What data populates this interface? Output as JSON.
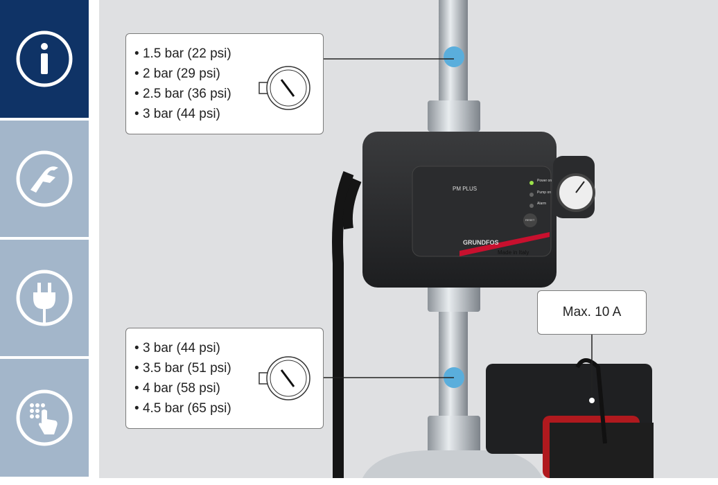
{
  "sidebar": {
    "items": [
      {
        "id": "info",
        "icon": "info-icon",
        "active": true
      },
      {
        "id": "installation",
        "icon": "hand-wrench-icon",
        "active": false
      },
      {
        "id": "electrical",
        "icon": "plug-icon",
        "active": false
      },
      {
        "id": "operation",
        "icon": "keypad-touch-icon",
        "active": false
      }
    ]
  },
  "callouts": {
    "upper": {
      "items": [
        "1.5 bar (22 psi)",
        "2 bar (29 psi)",
        "2.5 bar (36 psi)",
        "3 bar (44 psi)"
      ],
      "icon": "pressure-gauge-icon"
    },
    "lower": {
      "items": [
        "3 bar (44 psi)",
        "3.5 bar (51 psi)",
        "4 bar (58 psi)",
        "4.5 bar (65 psi)"
      ],
      "icon": "pressure-gauge-icon"
    },
    "current": "Max. 10 A"
  },
  "device": {
    "model": "PM PLUS",
    "leds": [
      "Power on",
      "Pump on",
      "Alarm"
    ],
    "reset": "RESET",
    "brand": "GRUNDFOS",
    "origin": "Made in Italy"
  },
  "colors": {
    "sidebar_active": "#0f3366",
    "sidebar_inactive": "#a3b6ca",
    "marker": "#5aaedc",
    "brand_red": "#c8102e"
  }
}
